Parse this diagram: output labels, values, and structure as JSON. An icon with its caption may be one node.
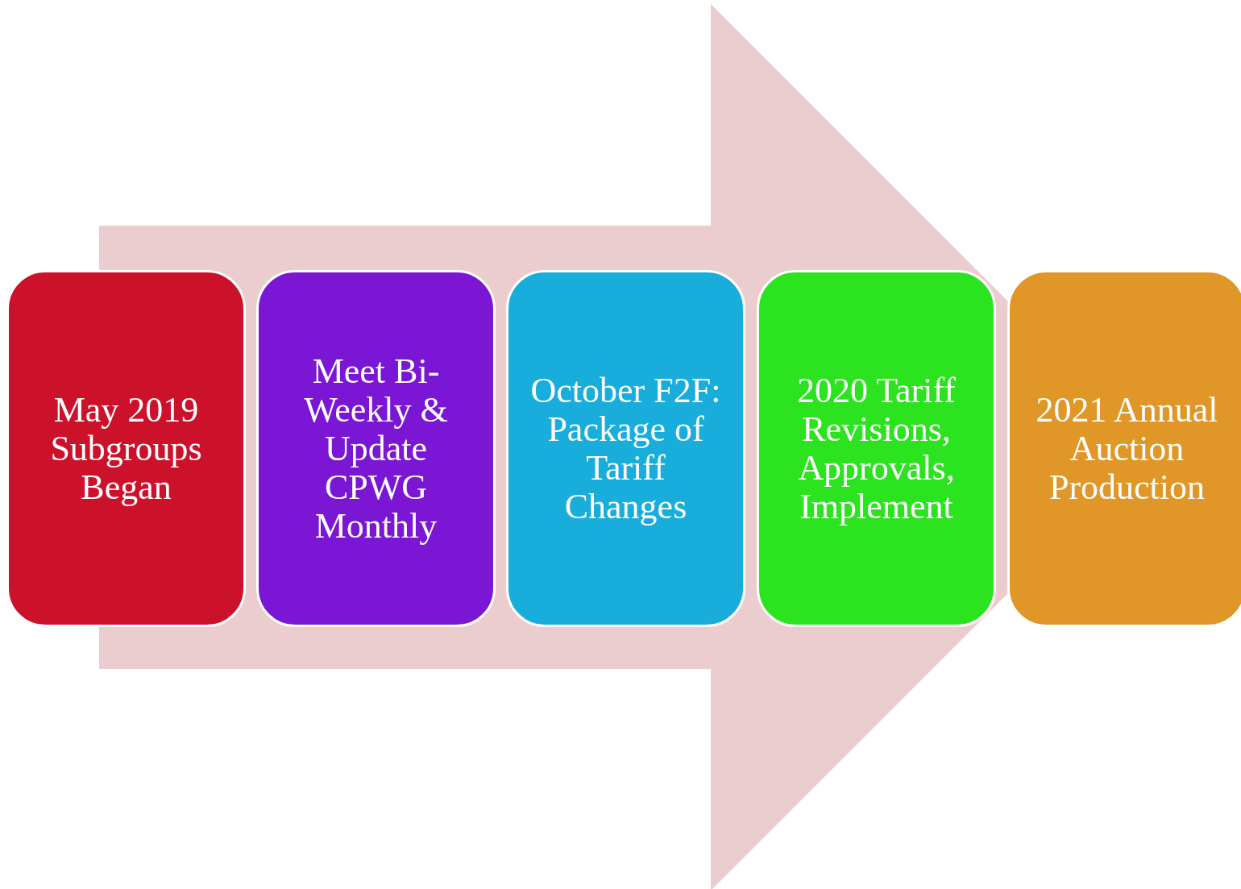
{
  "diagram": {
    "nodes": [
      {
        "text": [
          "May 2019 Subgroups Began"
        ]
      },
      {
        "text": [
          "Meet Bi-Weekly & Update CPWG Monthly"
        ]
      },
      {
        "text": [
          "October F2F: Package of Tariff Changes"
        ]
      },
      {
        "text": [
          "2020 Tariff Revisions, Approvals, Implement"
        ]
      },
      {
        "text": [
          "2021 Annual Auction Production"
        ]
      }
    ],
    "edges": [
      {
        "from": 0,
        "to": 4,
        "arrow": "to"
      }
    ]
  }
}
